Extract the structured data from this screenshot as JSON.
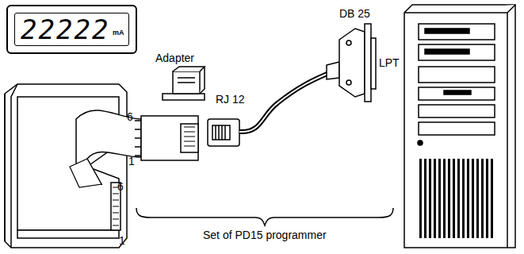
{
  "diagram": {
    "nodes": [
      {
        "text": [
          "22222",
          "mA"
        ]
      }
    ],
    "labels": [
      "Adapter",
      "6",
      "1",
      "RJ 12",
      "DB 25",
      "LPT",
      "6",
      "1",
      "Set of PD15 programmer"
    ]
  }
}
